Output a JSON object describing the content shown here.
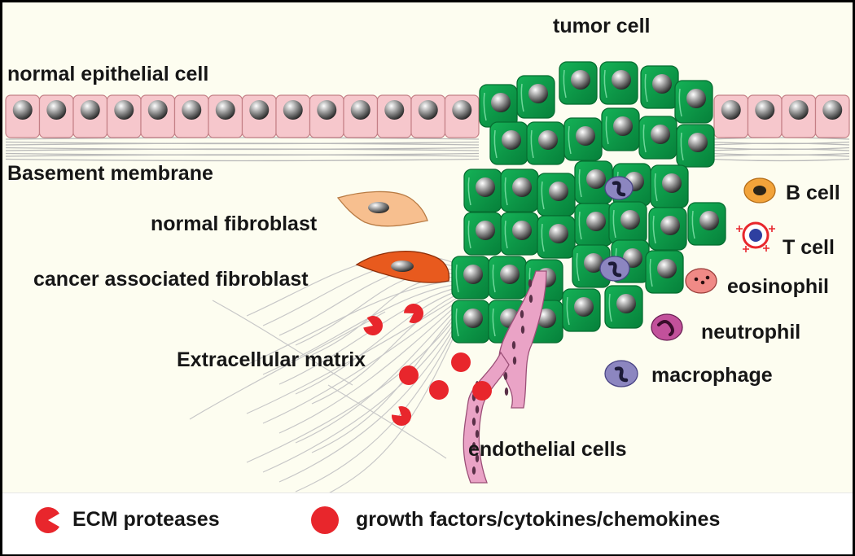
{
  "labels": {
    "tumor_cell": "tumor cell",
    "normal_epithelial_cell": "normal epithelial cell",
    "basement_membrane": "Basement membrane",
    "normal_fibroblast": "normal fibroblast",
    "cancer_associated_fibroblast": "cancer associated fibroblast",
    "extracellular_matrix": "Extracellular matrix",
    "endothelial_cells": "endothelial cells",
    "b_cell": "B cell",
    "t_cell": "T cell",
    "eosinophil": "eosinophil",
    "neutrophil": "neutrophil",
    "macrophage": "macrophage"
  },
  "legend": {
    "ecm_proteases": "ECM proteases",
    "growth_factors": "growth factors/cytokines/chemokines"
  },
  "colors": {
    "background": "#fdfdf0",
    "epithelial": "#f6c7cc",
    "tumor": "#0e9a48",
    "tumor_dark": "#076e31",
    "red_factor": "#e8262c",
    "normal_fibroblast": "#f7bf8f",
    "caf": "#e85a1e",
    "b_cell": "#f2a33a",
    "eosinophil": "#f08a86",
    "neutrophil": "#c2519b",
    "macrophage": "#8c86c0",
    "endothelial": "#eaa3c6"
  }
}
